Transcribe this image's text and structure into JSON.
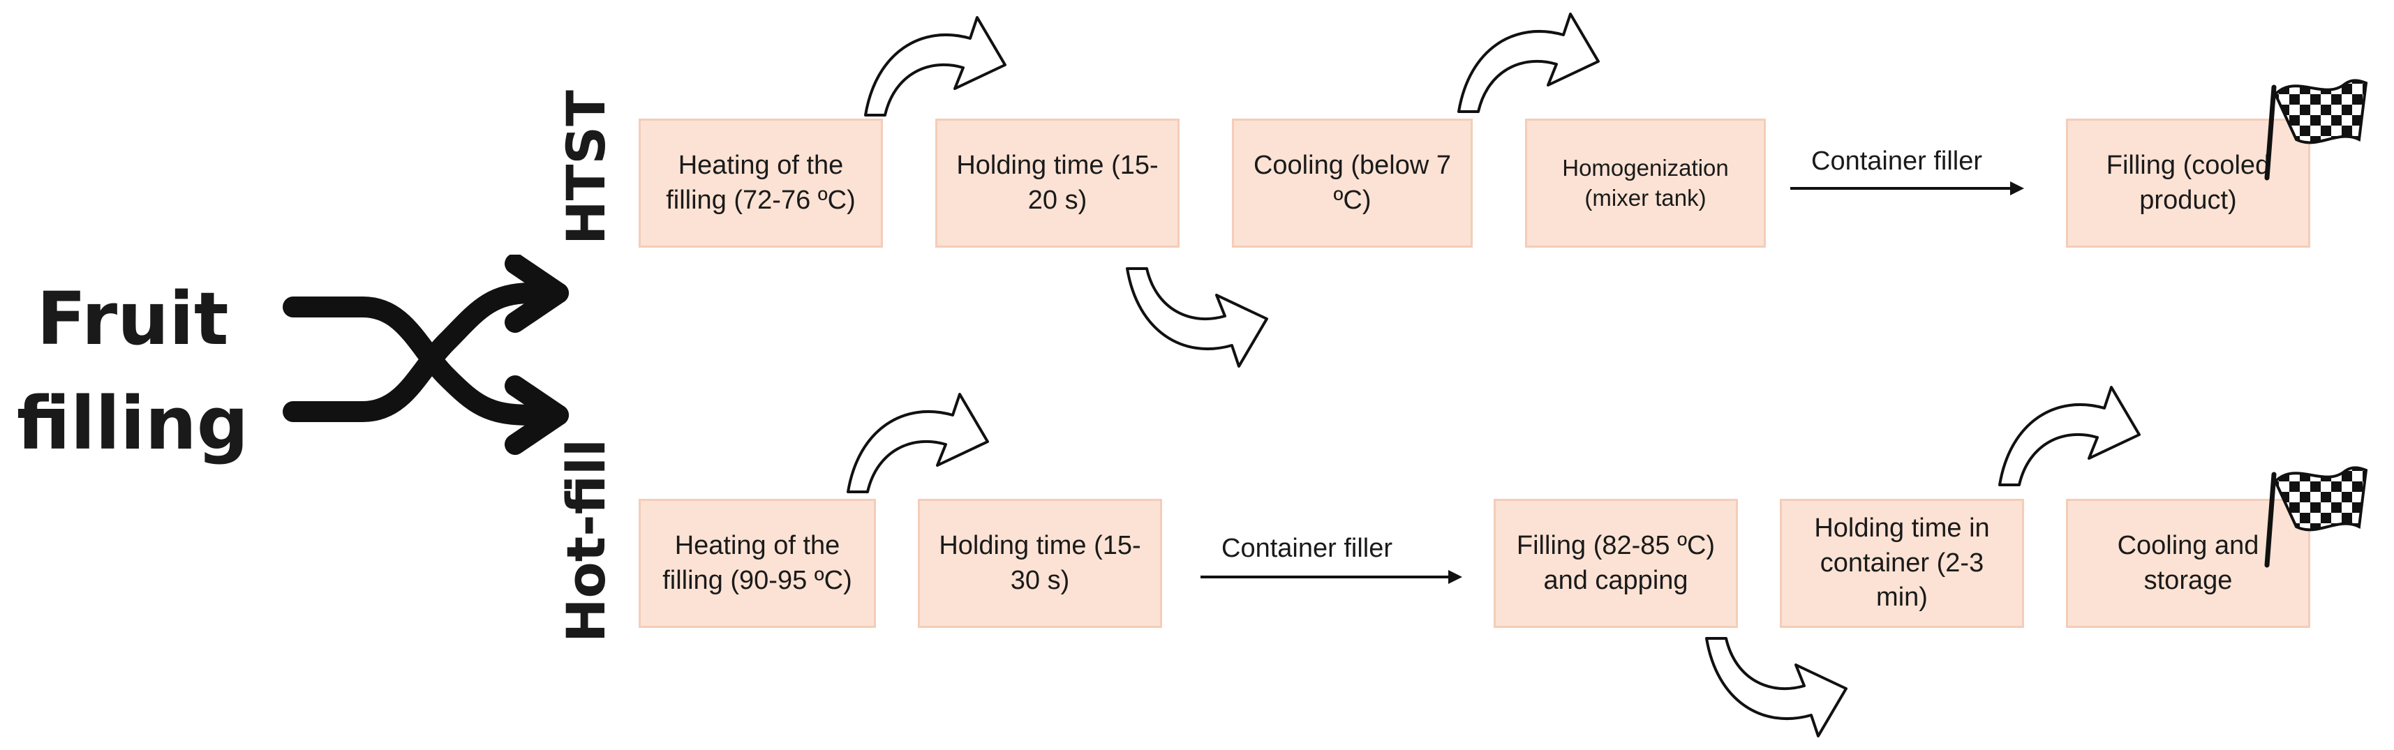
{
  "title_line1": "Fruit",
  "title_line2": "filling",
  "routes": {
    "htst": {
      "label": "HTST",
      "steps": [
        "Heating of the filling (72-76 ºC)",
        "Holding time (15-20 s)",
        "Cooling (below 7 ºC)",
        "Homogenization (mixer tank)",
        "Filling (cooled product)"
      ],
      "link_label": "Container filler"
    },
    "hotfill": {
      "label": "Hot-fill",
      "steps": [
        "Heating of the filling (90-95 ºC)",
        "Holding time (15-30 s)",
        "Filling (82-85 ºC) and capping",
        "Holding time in container (2-3 min)",
        "Cooling and storage"
      ],
      "link_label": "Container filler"
    }
  },
  "icons": [
    "split-arrows-icon",
    "curved-arrow-icon",
    "checkered-flag-icon"
  ],
  "colors": {
    "box_fill": "#fbe2d4",
    "box_border": "#f4cdb8",
    "ink": "#1a1a1a"
  }
}
